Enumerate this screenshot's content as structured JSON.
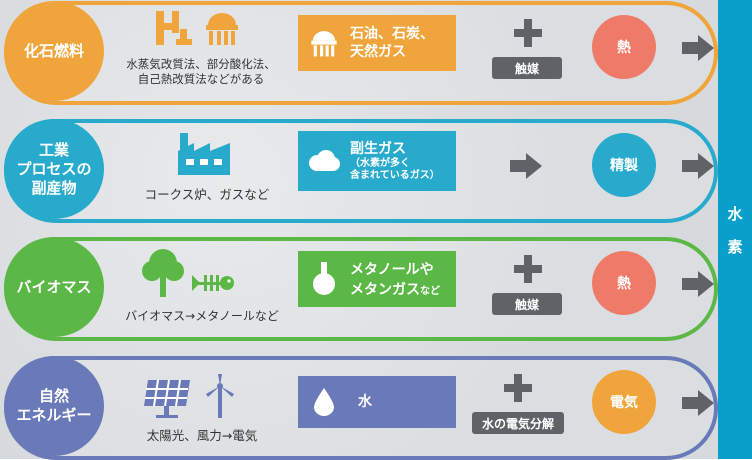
{
  "hydrogen": {
    "char1": "水",
    "char2": "素",
    "color": "#0a9fcb"
  },
  "colors": {
    "fossil": "#f0a53c",
    "industrial": "#27aacb",
    "biomass": "#5cb846",
    "renewable": "#6a79b8",
    "heat": "#f07a68",
    "dark": "#5f6368"
  },
  "rows": [
    {
      "category": "化石燃料",
      "description": "水蒸気改質法、部分酸化法、\n自己熱改質法などがある",
      "icons": [
        "pipes-icon",
        "oil-tank-icon"
      ],
      "product_icon": "oil-tank-icon",
      "product": "石油、石炭、\n天然ガス",
      "middle": {
        "type": "plus",
        "label": "触媒"
      },
      "end": "熱"
    },
    {
      "category": "工業\nプロセスの\n副産物",
      "description": "コークス炉、ガスなど",
      "icons": [
        "factory-icon"
      ],
      "product_icon": "cloud-icon",
      "product": "副生ガス",
      "product_sub": "（水素が多く\n含まれているガス）",
      "middle": {
        "type": "arrow"
      },
      "end": "精製"
    },
    {
      "category": "バイオマス",
      "description": "バイオマス→メタノールなど",
      "icons": [
        "tree-icon",
        "fish-bone-icon"
      ],
      "product_icon": "flask-icon",
      "product": "メタノールや\nメタンガス",
      "product_suffix": "など",
      "middle": {
        "type": "plus",
        "label": "触媒"
      },
      "end": "熱"
    },
    {
      "category": "自然\nエネルギー",
      "description": "太陽光、風力→電気",
      "icons": [
        "solar-panel-icon",
        "wind-turbine-icon"
      ],
      "product_icon": "water-drop-icon",
      "product": "水",
      "middle": {
        "type": "plus",
        "label": "水の電気分解"
      },
      "end": "電気"
    }
  ]
}
